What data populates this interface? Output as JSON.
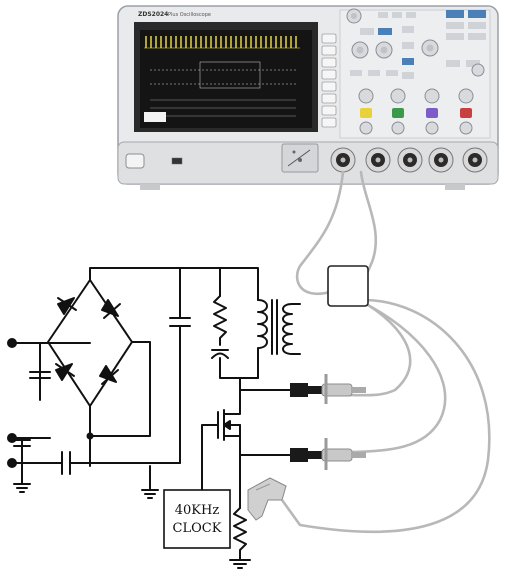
{
  "scope": {
    "brand": "ZDS2024",
    "subtitle": "Plus Oscilloscope",
    "trace_color": "#f2e24a",
    "screen_color": "#141414",
    "channel_knob_colors": [
      "#e8d13a",
      "#3a9a4a",
      "#7b5cc9",
      "#c94040"
    ],
    "icons": [
      "usb-port-icon",
      "power-button-icon",
      "bnc-connector-icon",
      "knob-icon"
    ]
  },
  "clock": {
    "line1": "40KHz",
    "line2": "CLOCK"
  },
  "colors": {
    "wire": "#111111",
    "probe_cable": "#b8b8b8",
    "probe_body": "#c8c8c8",
    "probe_tip": "#1a1a1a"
  }
}
